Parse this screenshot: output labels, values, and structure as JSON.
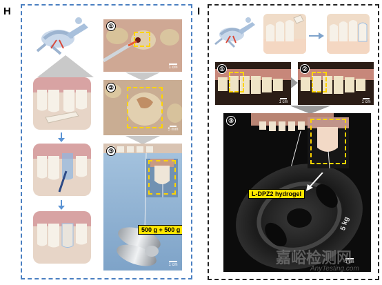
{
  "panels": {
    "h": {
      "letter": "H"
    },
    "i": {
      "letter": "I"
    }
  },
  "h_steps": {
    "n1": "①",
    "n2": "②",
    "n3": "③",
    "scale1": "1 cm",
    "scale2": "5 mm",
    "scale3": "1 cm",
    "weight_label": "500 g + 500 g"
  },
  "i_steps": {
    "n1": "①",
    "n2": "②",
    "n3": "③",
    "scale1": "1 cm",
    "scale2": "1 cm",
    "scale3": "1 cm",
    "hydrogel_label": "L-DPZ2 hydrogel",
    "plate_label": "5 kg"
  },
  "watermark": {
    "cn": "嘉峪检测网",
    "en": "AnyTesting.com"
  },
  "colors": {
    "frame_h": "#4a7fc1",
    "frame_i": "#222222",
    "highlight": "#ffd400",
    "arrow_gray": "#9a9a9a",
    "arrow_blue": "#5a93d4"
  }
}
